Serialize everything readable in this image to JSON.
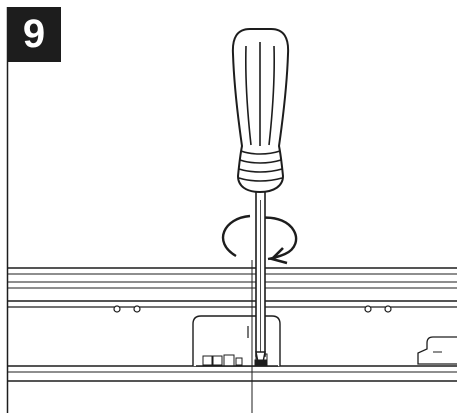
{
  "step": {
    "number": "9"
  },
  "illustration": {
    "subject": "screwdriver-turning-screw",
    "rotation_direction": "clockwise",
    "line_color": "#1d1d1d",
    "background_color": "#ffffff"
  }
}
